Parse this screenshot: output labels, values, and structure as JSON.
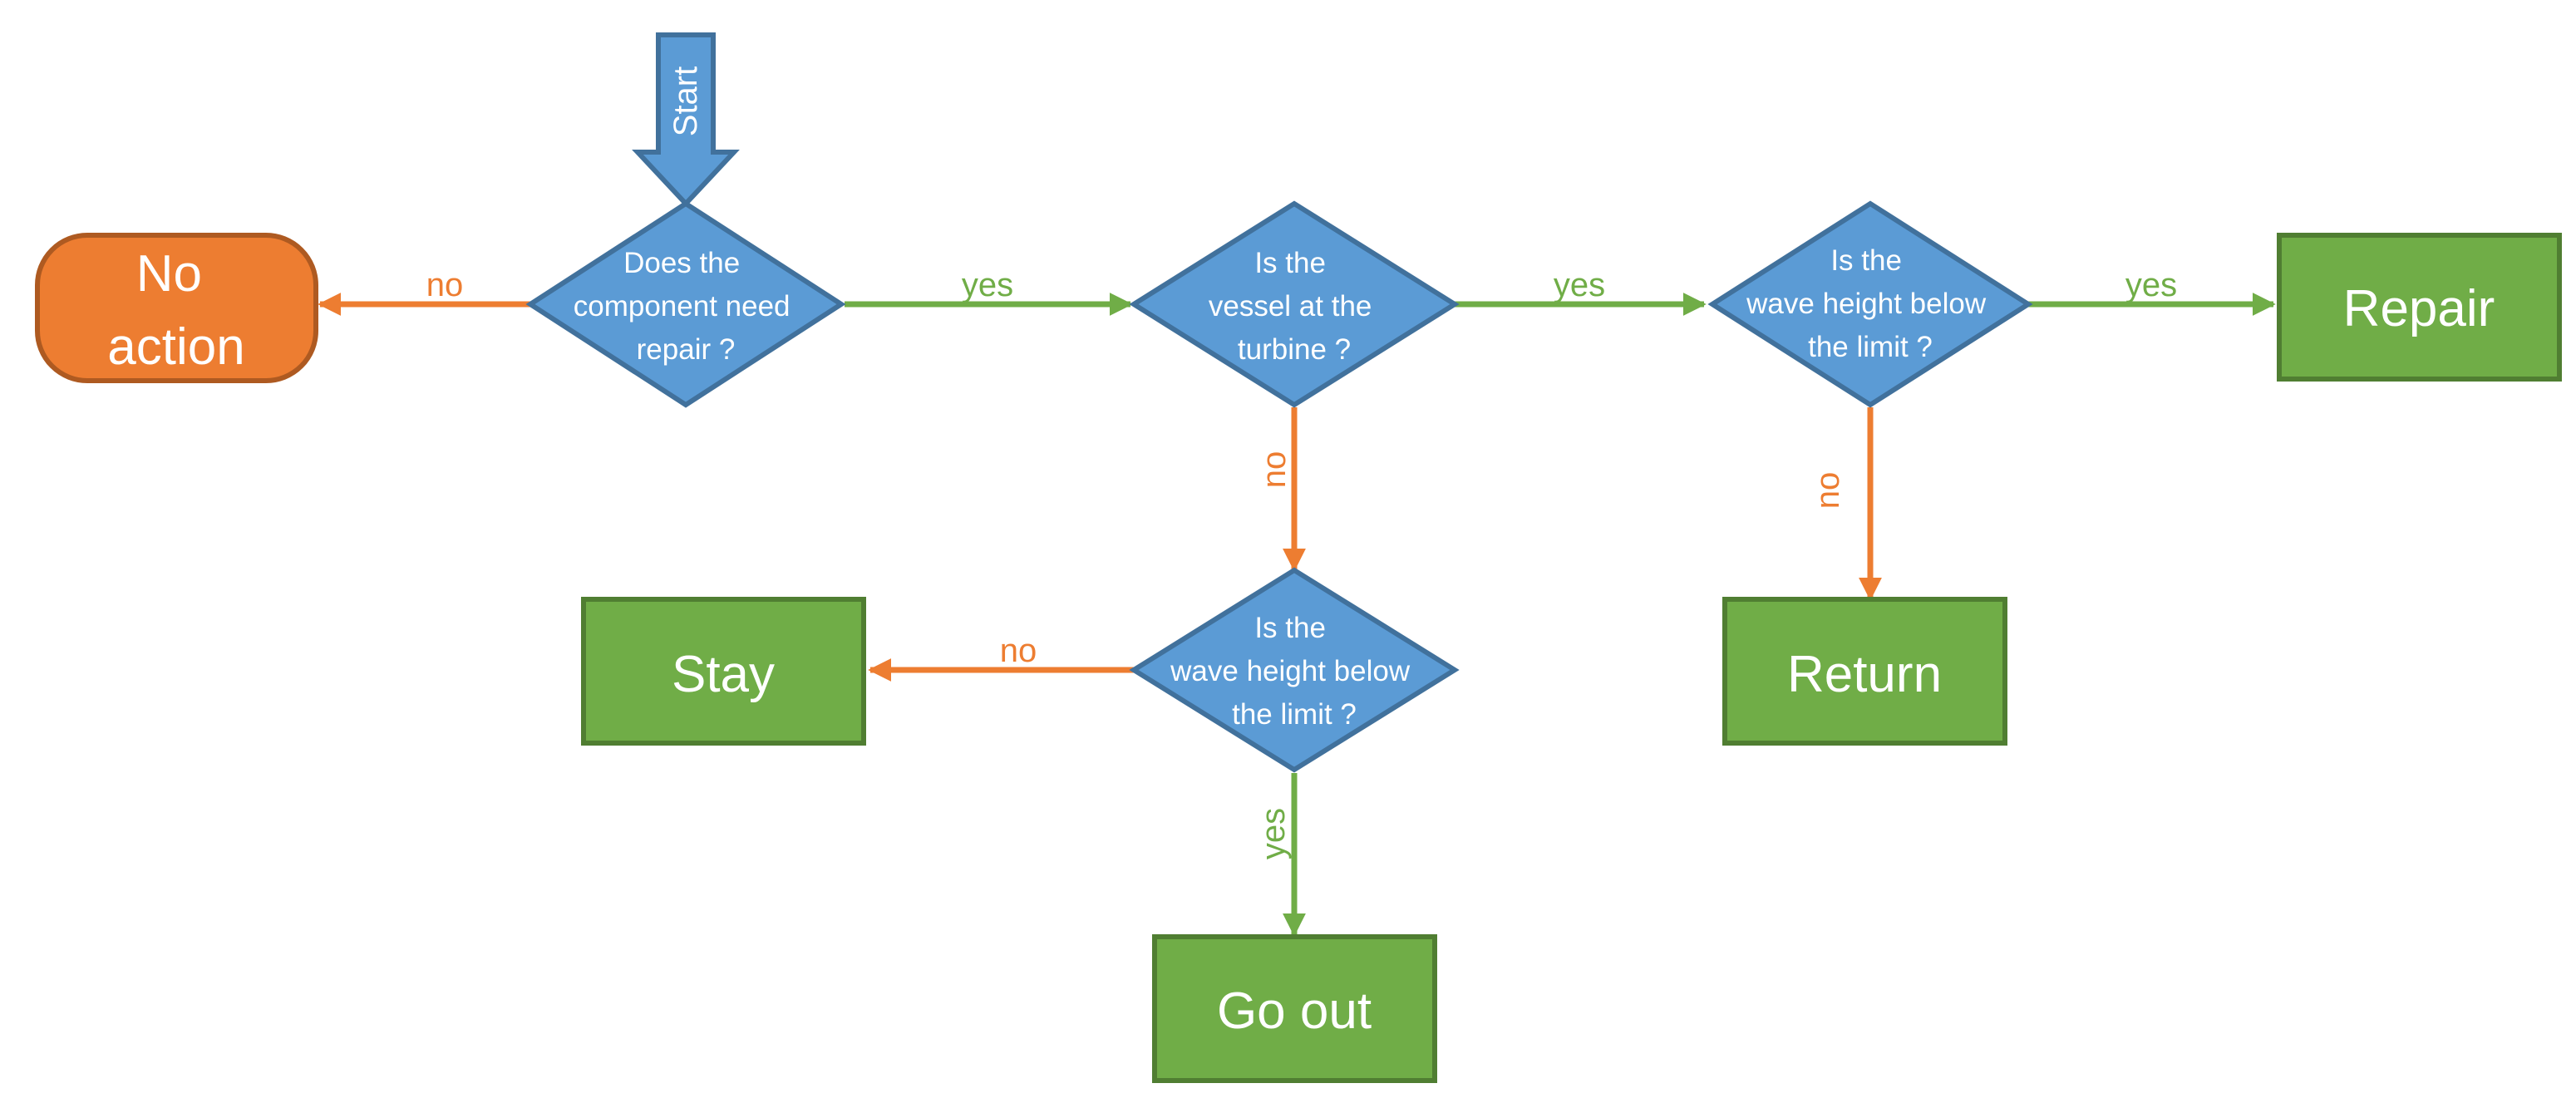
{
  "colors": {
    "decision_fill": "#5B9BD5",
    "decision_stroke": "#41719C",
    "action_fill": "#70AD47",
    "action_stroke": "#507E32",
    "terminal_fill": "#ED7D31",
    "terminal_stroke": "#AE5A21",
    "yes_edge": "#70AD47",
    "no_edge": "#ED7D31",
    "text_on_shape": "#FFFFFF"
  },
  "start_label": "Start",
  "decisions": {
    "d1": [
      "Does the",
      "component need",
      "repair ?"
    ],
    "d2": [
      "Is the",
      "vessel at the",
      "turbine ?"
    ],
    "d3": [
      "Is the",
      "wave height below",
      "the limit ?"
    ],
    "d4": [
      "Is the",
      "wave height below",
      "the limit ?"
    ]
  },
  "outcomes": {
    "no_action": [
      "No",
      "action"
    ],
    "repair": "Repair",
    "stay": "Stay",
    "return": "Return",
    "go_out": "Go out"
  },
  "edges": {
    "d1_no": "no",
    "d1_yes": "yes",
    "d2_yes": "yes",
    "d2_no": "no",
    "d3_yes": "yes",
    "d3_no": "no",
    "d4_no": "no",
    "d4_yes": "yes"
  }
}
